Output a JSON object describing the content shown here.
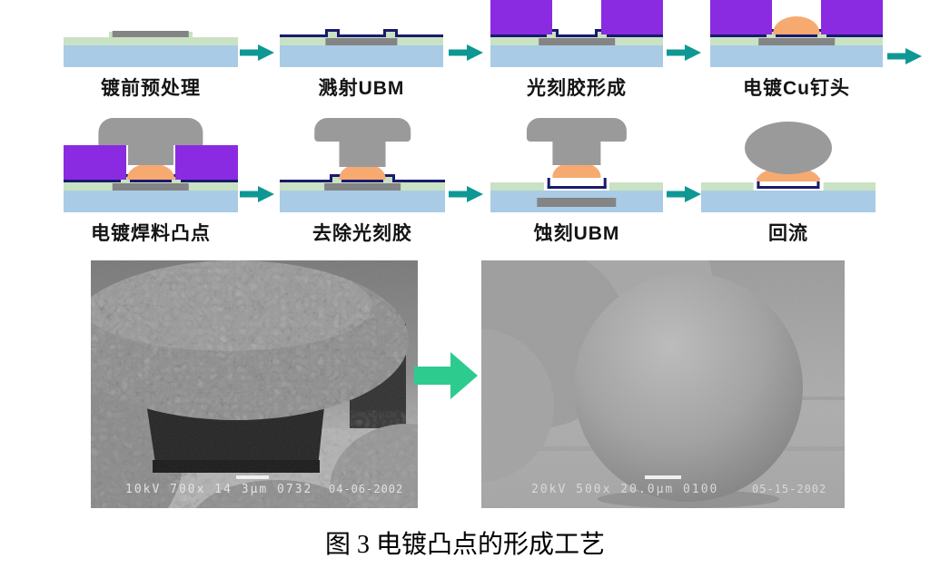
{
  "figure": {
    "caption": "图 3 电镀凸点的形成工艺"
  },
  "process_steps": [
    {
      "label": "镀前预处理"
    },
    {
      "label": "溅射UBM"
    },
    {
      "label": "光刻胶形成"
    },
    {
      "label": "电镀Cu钉头"
    },
    {
      "label": "电镀焊料凸点"
    },
    {
      "label": "去除光刻胶"
    },
    {
      "label": "蚀刻UBM"
    },
    {
      "label": "回流"
    }
  ],
  "sem_images": [
    {
      "name": "plated-mushroom-bump",
      "meta": "10kV  700x  14 3μm 0732",
      "date": "04-06-2002"
    },
    {
      "name": "reflowed-solder-ball",
      "meta": "20kV  500x  20.0μm 0100",
      "date": "05-15-2002"
    }
  ],
  "colors": {
    "substrate": "#a9cbe6",
    "passivation": "#c9e2c3",
    "pad_gray": "#848484",
    "ubm_navy": "#191a6e",
    "photoresist": "#8a2be2",
    "copper": "#f6aa70",
    "solder_gray": "#9a9a9a",
    "step_arrow": "#0f9794",
    "sem_arrow": "#2ecb8f"
  }
}
